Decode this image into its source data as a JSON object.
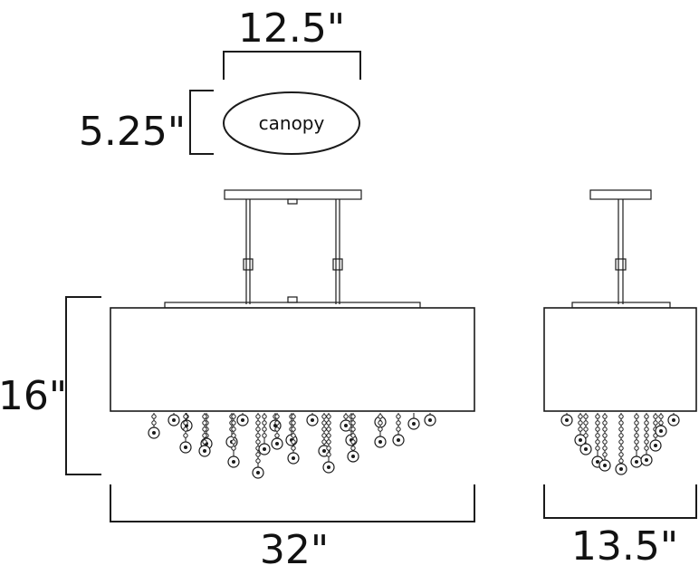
{
  "dimensions": {
    "canopy_width": "12.5\"",
    "canopy_height": "5.25\"",
    "fixture_height": "16\"",
    "fixture_width": "32\"",
    "fixture_depth": "13.5\""
  },
  "labels": {
    "canopy": "canopy"
  }
}
